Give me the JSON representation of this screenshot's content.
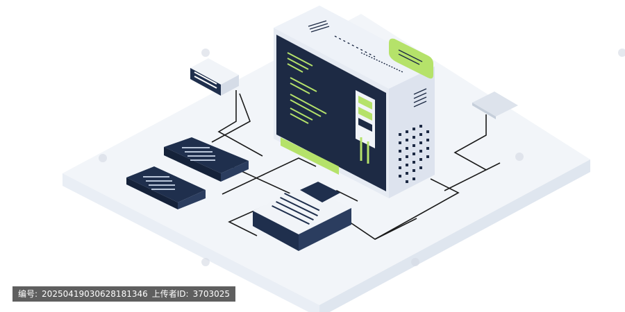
{
  "footer": {
    "id_label": "编号:",
    "id_value": "20250419030628181346",
    "uploader_label": "上传者ID:",
    "uploader_value": "3703025"
  },
  "colors": {
    "background": "#ffffff",
    "platform_top": "#f2f5f9",
    "platform_side": "#e2e8f0",
    "navy": "#1f2f4d",
    "screen": "#1d2a44",
    "lime": "#b5e26a",
    "case_light": "#eef2f8",
    "case_side": "#dde3ee",
    "wire": "#1a1a1a",
    "watermark": "#c8cfd9"
  },
  "icons": [
    "computer-tower-icon",
    "code-screen-icon",
    "chat-bubble-icon",
    "keyboard-icon",
    "router-icon",
    "server-box-icon",
    "cloud-card-icon"
  ]
}
